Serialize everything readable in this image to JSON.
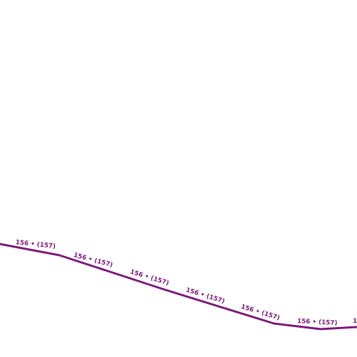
{
  "map": {
    "background_color": "#ffffff",
    "road": {
      "color": "#7b1778",
      "route_number": "156",
      "secondary_number": "(157)",
      "separator": "•",
      "labels": [
        {
          "text": "156 • (157)"
        },
        {
          "text": "156 • (157)"
        },
        {
          "text": "156 • (157)"
        },
        {
          "text": "156 • (157)"
        },
        {
          "text": "156 • (157)"
        },
        {
          "text": "156 • (157)"
        },
        {
          "text": "1"
        }
      ]
    }
  }
}
